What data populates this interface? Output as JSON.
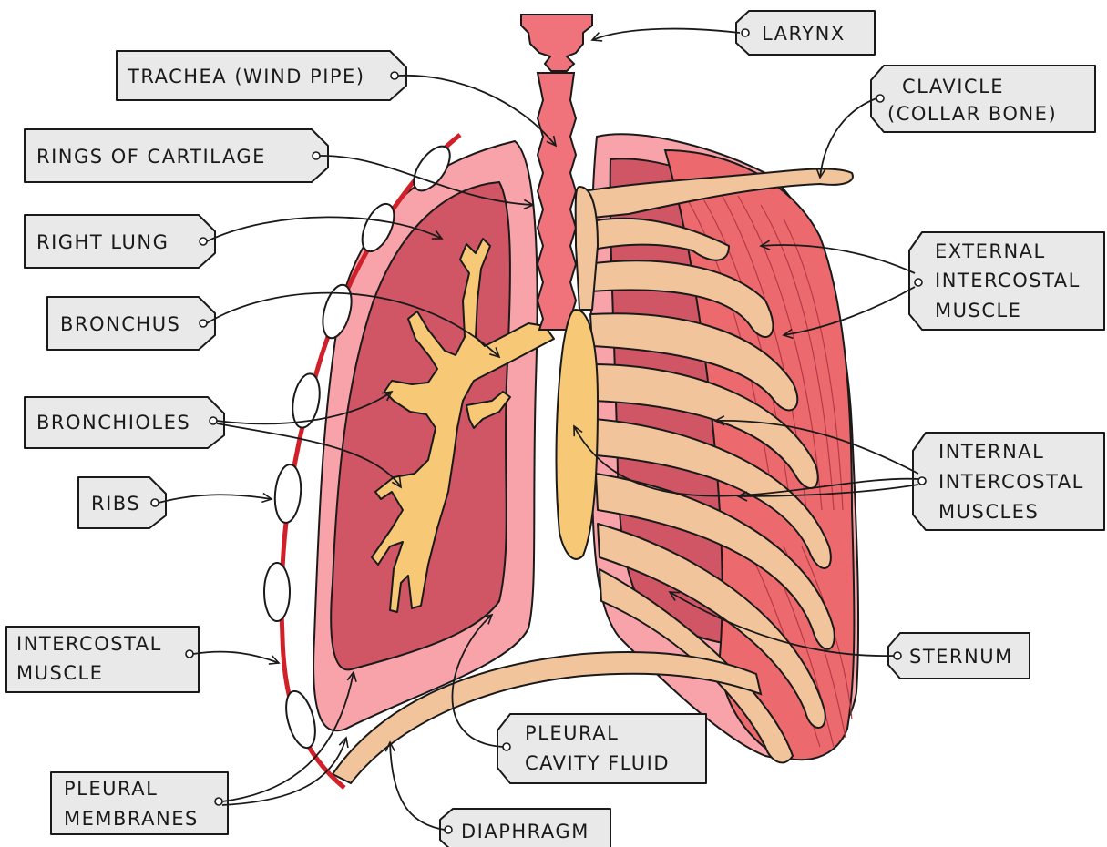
{
  "labels": {
    "larynx": "LARYNX",
    "trachea": "TRACHEA (WIND PIPE)",
    "clavicle_1": "CLAVICLE",
    "clavicle_2": "(COLLAR BONE)",
    "rings": "RINGS OF CARTILAGE",
    "right_lung": "RIGHT LUNG",
    "external_1": "EXTERNAL",
    "external_2": "INTERCOSTAL",
    "external_3": "MUSCLE",
    "bronchus": "BRONCHUS",
    "bronchioles": "BRONCHIOLES",
    "internal_1": "INTERNAL",
    "internal_2": "INTERCOSTAL",
    "internal_3": "MUSCLES",
    "ribs": "RIBS",
    "intercostal_1": "INTERCOSTAL",
    "intercostal_2": "MUSCLE",
    "sternum": "STERNUM",
    "pleural_fluid_1": "PLEURAL",
    "pleural_fluid_2": "CAVITY FLUID",
    "pleural_mem_1": "PLEURAL",
    "pleural_mem_2": "MEMBRANES",
    "diaphragm": "DIAPHRAGM"
  },
  "colors": {
    "lung_outer": "#f8a3aa",
    "lung_inner": "#d05665",
    "trachea": "#f0727a",
    "bronchi": "#f7c977",
    "bone": "#f2c49b",
    "muscle": "#ec6a6e",
    "pleura_line": "#d0202a",
    "label_bg": "#e9e9e9",
    "outline": "#1a1a1a"
  }
}
